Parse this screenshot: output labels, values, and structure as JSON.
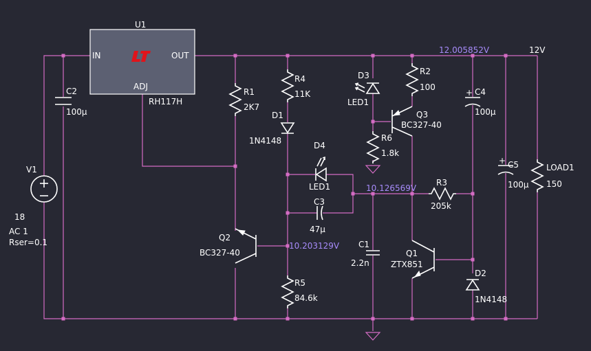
{
  "colors": {
    "background": "#272833",
    "wire": "#d46cc4",
    "component": "#ffffff",
    "voltage_label": "#a78bfa",
    "logo": "#e0141b",
    "ic_fill": "#5c6072"
  },
  "u1": {
    "ref": "U1",
    "part": "RH117H",
    "pin_in": "IN",
    "pin_out": "OUT",
    "pin_adj": "ADJ",
    "logo_icon": "linear-tech-logo"
  },
  "v1": {
    "ref": "V1",
    "value": "18",
    "ac": "AC 1",
    "rser": "Rser=0.1"
  },
  "c2": {
    "ref": "C2",
    "value": "100µ"
  },
  "r1": {
    "ref": "R1",
    "value": "2K7"
  },
  "r4": {
    "ref": "R4",
    "value": "11K"
  },
  "d1": {
    "ref": "D1",
    "value": "1N4148"
  },
  "d3": {
    "ref": "D3",
    "value": "LED1"
  },
  "r2": {
    "ref": "R2",
    "value": "100"
  },
  "q3": {
    "ref": "Q3",
    "value": "BC327-40"
  },
  "r6": {
    "ref": "R6",
    "value": "1.8k"
  },
  "c4": {
    "ref": "C4",
    "value": "100µ"
  },
  "c5": {
    "ref": "C5",
    "value": "100µ"
  },
  "load1": {
    "ref": "LOAD1",
    "value": "150"
  },
  "d4": {
    "ref": "D4",
    "value": "LED1"
  },
  "c3": {
    "ref": "C3",
    "value": "47µ"
  },
  "r3": {
    "ref": "R3",
    "value": "205k"
  },
  "c1": {
    "ref": "C1",
    "value": "2.2n"
  },
  "q1": {
    "ref": "Q1",
    "value": "ZTX851"
  },
  "q2": {
    "ref": "Q2",
    "value": "BC327-40"
  },
  "r5": {
    "ref": "R5",
    "value": "84.6k"
  },
  "d2": {
    "ref": "D2",
    "value": "1N4148"
  },
  "nodes": {
    "out": "12.005852V",
    "net_label": "12V",
    "mid": "10.126569V",
    "q2_emitter": "10.203129V"
  }
}
